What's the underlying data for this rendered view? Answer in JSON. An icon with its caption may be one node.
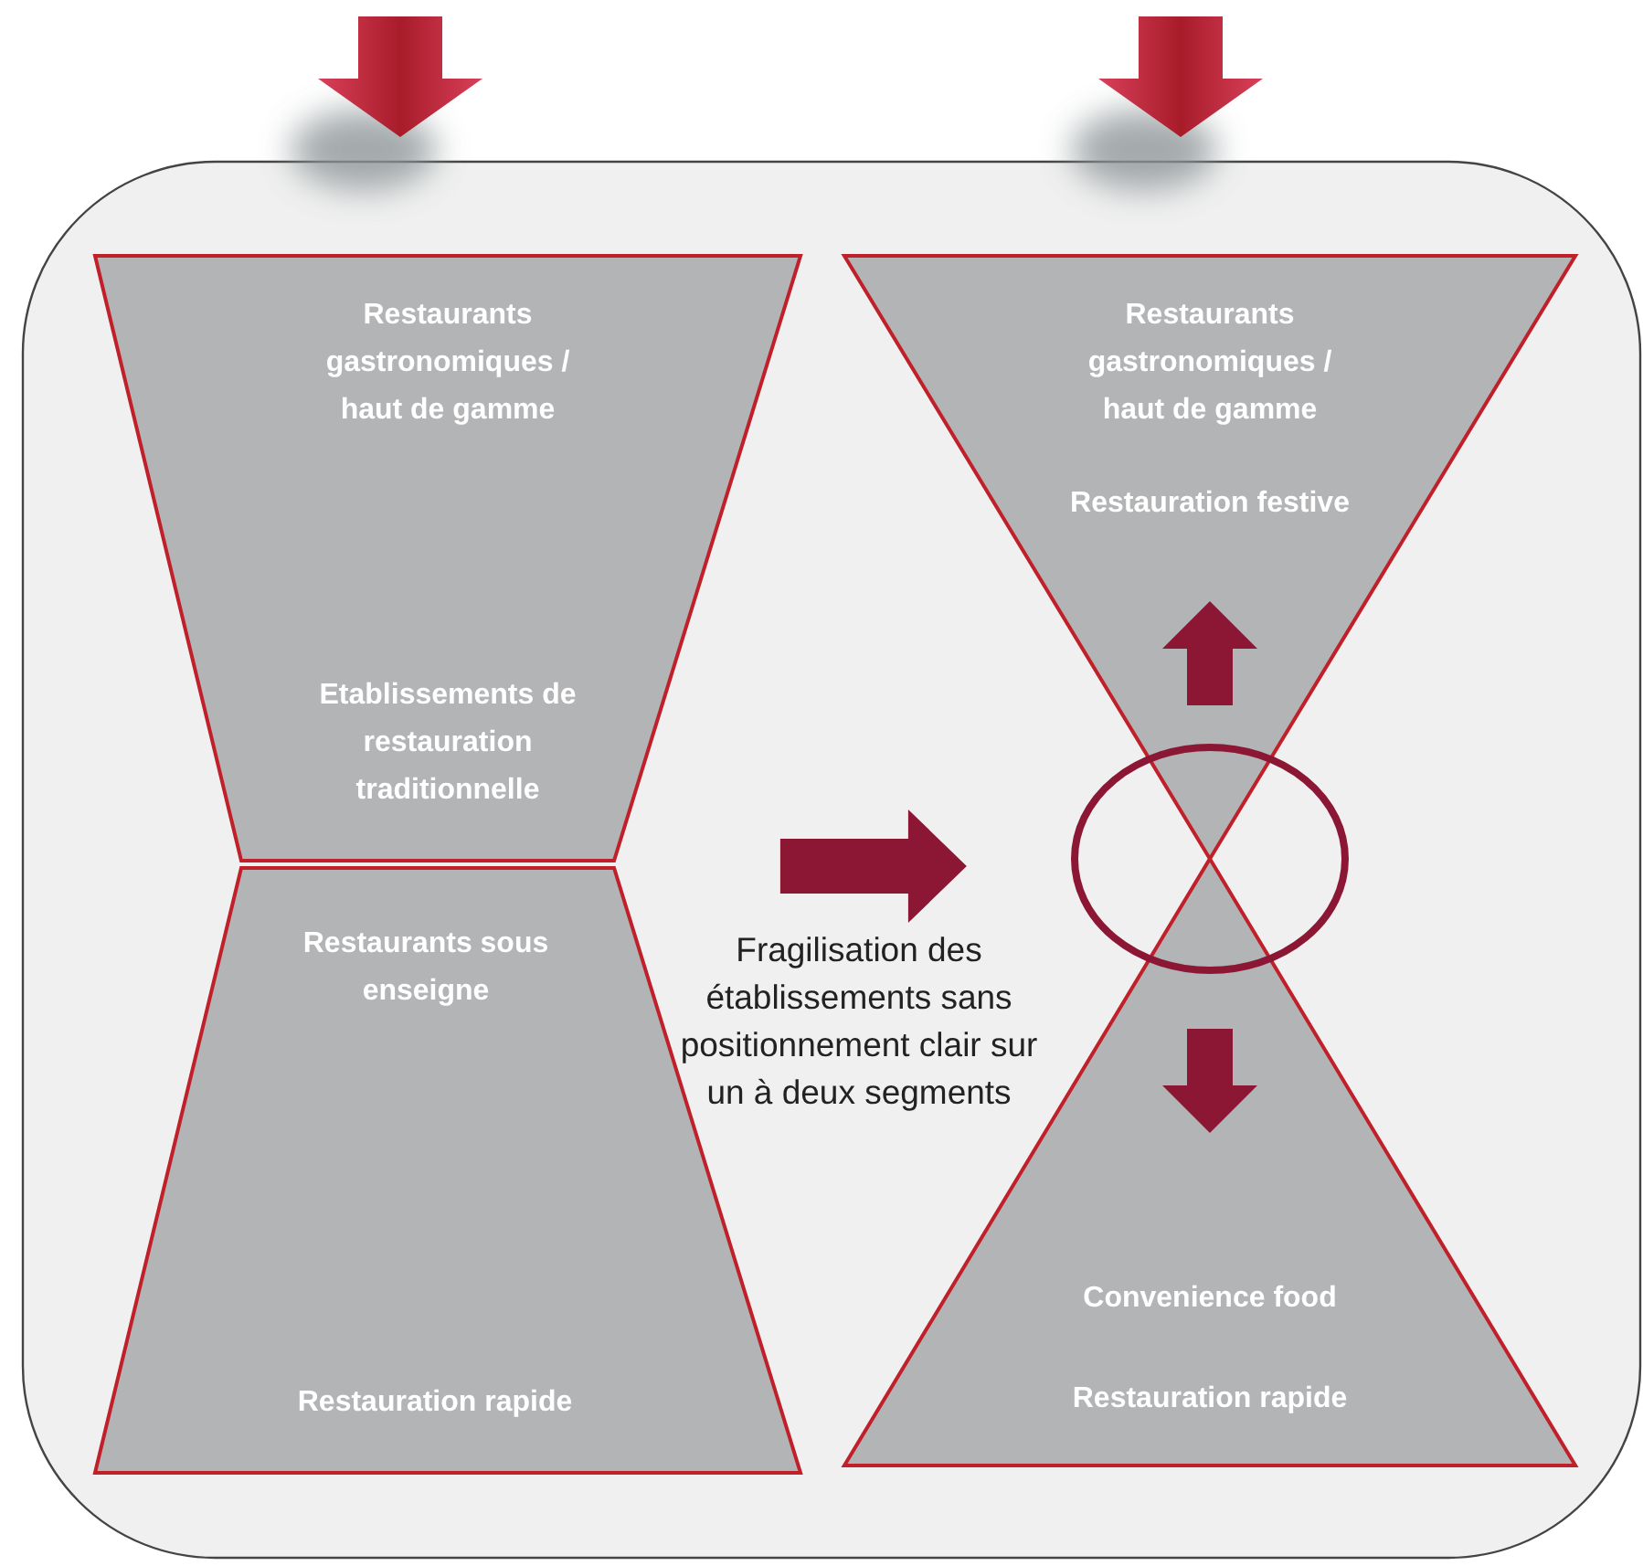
{
  "diagram": {
    "nodes": [
      {
        "text": [],
        "shape": "box"
      },
      {
        "text": [
          "Restaurants gastronomiques / haut de gamme",
          "Etablissements de restauration traditionnelle"
        ],
        "in": 0
      },
      {
        "text": [
          "Restaurants sous enseigne",
          "Restauration rapide"
        ],
        "in": 0
      },
      {
        "text": [
          "Restaurants gastronomiques / haut de gamme",
          "Restauration festive"
        ],
        "in": 0
      },
      {
        "text": [],
        "shape": "circle",
        "in": 0
      },
      {
        "text": [
          "Convenience food",
          "Restauration rapide"
        ],
        "in": 0
      }
    ],
    "edges": [
      {
        "from": 2,
        "to": 5,
        "arrow": "to",
        "style": "thick"
      },
      {
        "from": 4,
        "to": 3,
        "arrow": "to",
        "style": "thick"
      },
      {
        "from": 4,
        "to": 5,
        "arrow": "to",
        "style": "thick"
      }
    ],
    "labels": [
      "Fragilisation des établissements sans positionnement clair sur un à deux segments"
    ]
  }
}
